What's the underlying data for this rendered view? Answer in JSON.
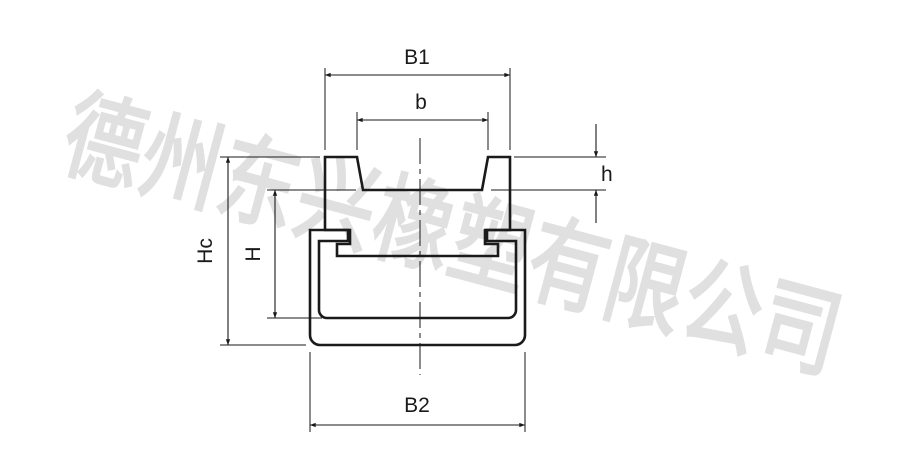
{
  "watermark": {
    "text": "德州东兴橡塑有限公司"
  },
  "dimensions": {
    "outer_top_width": {
      "label": "B1"
    },
    "slot_width": {
      "label": "b"
    },
    "slot_depth": {
      "label": "h"
    },
    "total_height": {
      "label": "Hc"
    },
    "inner_height": {
      "label": "H"
    },
    "base_width": {
      "label": "B2"
    }
  },
  "colors": {
    "line": "#1a1a1a",
    "watermark": "#e0e0e0",
    "background": "#ffffff"
  }
}
